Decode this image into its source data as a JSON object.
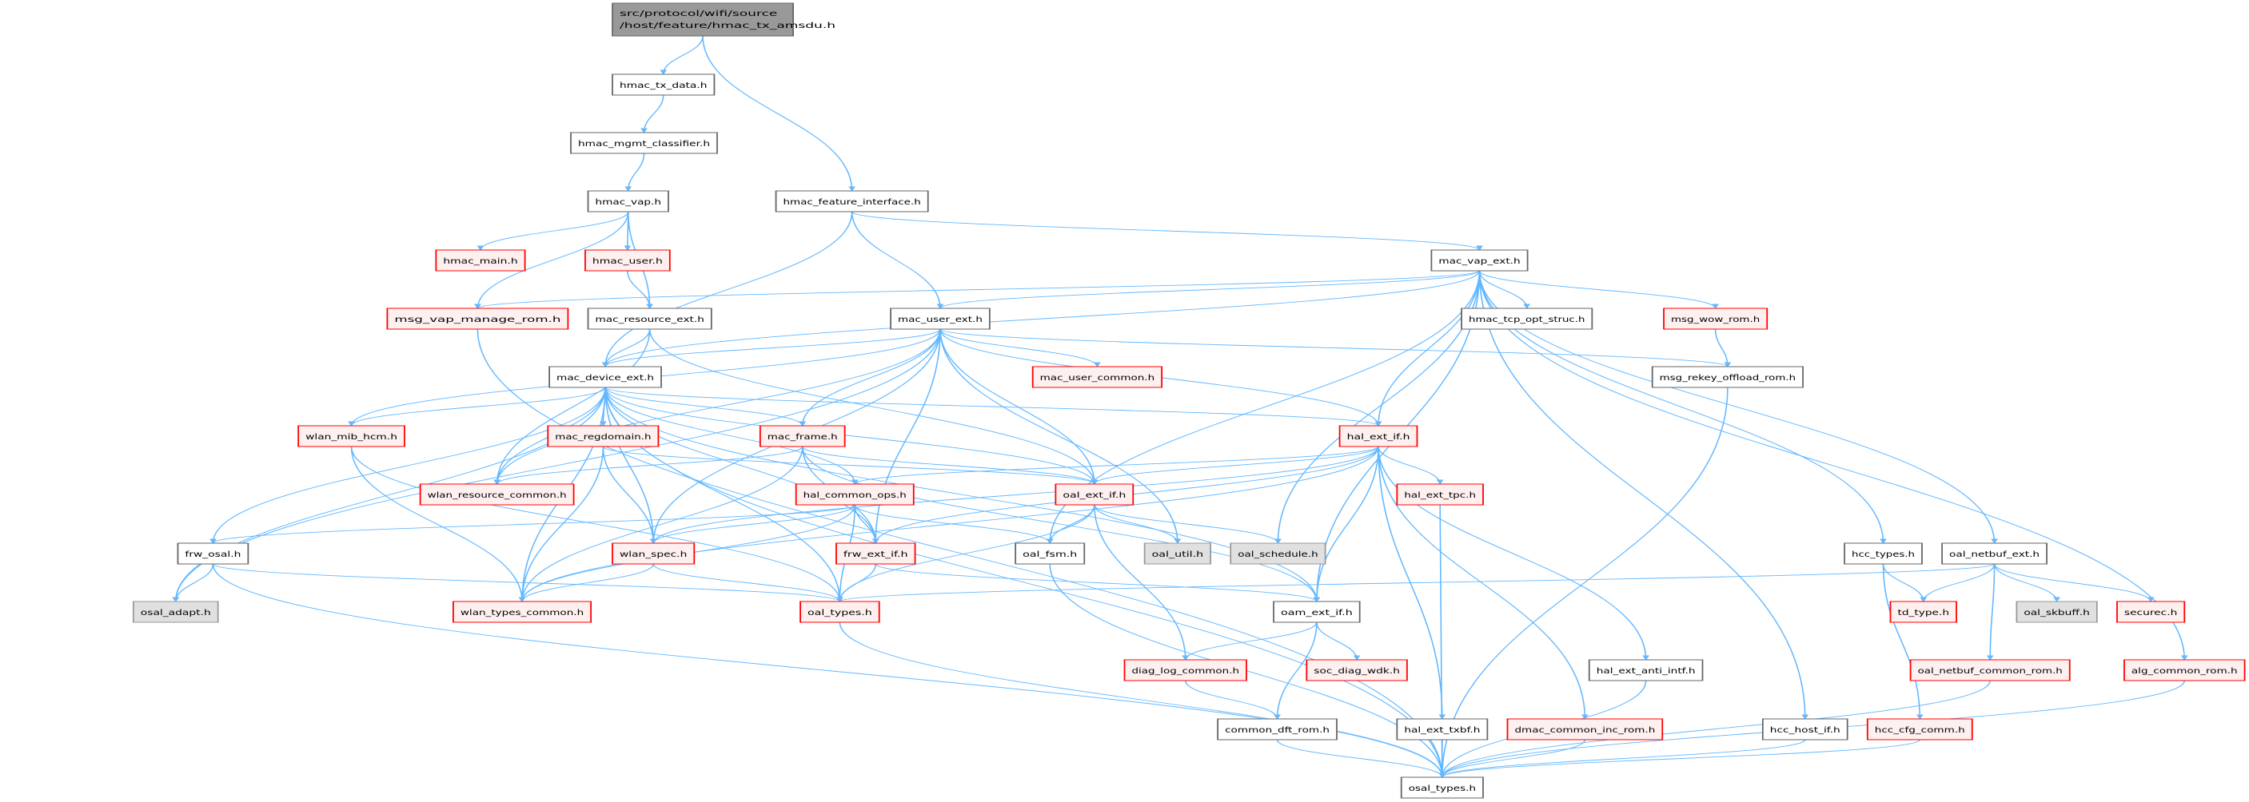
{
  "diagram": {
    "title_lines": [
      "src/protocol/wifi/source",
      "/host/feature/hmac_tx_amsdu.h"
    ],
    "colors": {
      "edge": "#63b8ff",
      "root_fill": "#999999",
      "root_stroke": "#666666",
      "normal_fill": "#ffffff",
      "normal_stroke": "#666666",
      "missing_fill": "#fff0f0",
      "missing_stroke": "#ff0000",
      "external_fill": "#e0e0e0",
      "external_stroke": "#999999"
    },
    "nodes": [
      {
        "id": "root",
        "label": "src/protocol/wifi/source /host/feature/hmac_tx_amsdu.h",
        "style": "root"
      },
      {
        "id": "hmac_tx_data",
        "label": "hmac_tx_data.h",
        "style": "normal"
      },
      {
        "id": "hmac_mgmt_classifier",
        "label": "hmac_mgmt_classifier.h",
        "style": "normal"
      },
      {
        "id": "hmac_vap",
        "label": "hmac_vap.h",
        "style": "normal"
      },
      {
        "id": "hmac_feature_interface",
        "label": "hmac_feature_interface.h",
        "style": "normal"
      },
      {
        "id": "hmac_main",
        "label": "hmac_main.h",
        "style": "missing"
      },
      {
        "id": "hmac_user",
        "label": "hmac_user.h",
        "style": "missing"
      },
      {
        "id": "mac_vap_ext",
        "label": "mac_vap_ext.h",
        "style": "normal"
      },
      {
        "id": "msg_vap_manage_rom",
        "label": "msg_vap_manage_rom.h",
        "style": "missing"
      },
      {
        "id": "mac_resource_ext",
        "label": "mac_resource_ext.h",
        "style": "normal"
      },
      {
        "id": "mac_user_ext",
        "label": "mac_user_ext.h",
        "style": "normal"
      },
      {
        "id": "hmac_tcp_opt_struc",
        "label": "hmac_tcp_opt_struc.h",
        "style": "normal"
      },
      {
        "id": "msg_wow_rom",
        "label": "msg_wow_rom.h",
        "style": "missing"
      },
      {
        "id": "mac_device_ext",
        "label": "mac_device_ext.h",
        "style": "normal"
      },
      {
        "id": "mac_user_common",
        "label": "mac_user_common.h",
        "style": "missing"
      },
      {
        "id": "msg_rekey_offload_rom",
        "label": "msg_rekey_offload_rom.h",
        "style": "normal"
      },
      {
        "id": "wlan_mib_hcm",
        "label": "wlan_mib_hcm.h",
        "style": "missing"
      },
      {
        "id": "mac_regdomain",
        "label": "mac_regdomain.h",
        "style": "missing"
      },
      {
        "id": "mac_frame",
        "label": "mac_frame.h",
        "style": "missing"
      },
      {
        "id": "hal_ext_if",
        "label": "hal_ext_if.h",
        "style": "missing"
      },
      {
        "id": "wlan_resource_common",
        "label": "wlan_resource_common.h",
        "style": "missing"
      },
      {
        "id": "hal_common_ops",
        "label": "hal_common_ops.h",
        "style": "missing"
      },
      {
        "id": "oal_ext_if",
        "label": "oal_ext_if.h",
        "style": "missing"
      },
      {
        "id": "hal_ext_tpc",
        "label": "hal_ext_tpc.h",
        "style": "missing"
      },
      {
        "id": "frw_osal",
        "label": "frw_osal.h",
        "style": "normal"
      },
      {
        "id": "wlan_spec",
        "label": "wlan_spec.h",
        "style": "missing"
      },
      {
        "id": "frw_ext_if",
        "label": "frw_ext_if.h",
        "style": "missing"
      },
      {
        "id": "oal_fsm",
        "label": "oal_fsm.h",
        "style": "normal"
      },
      {
        "id": "oal_util",
        "label": "oal_util.h",
        "style": "external"
      },
      {
        "id": "oal_schedule",
        "label": "oal_schedule.h",
        "style": "external"
      },
      {
        "id": "hcc_types",
        "label": "hcc_types.h",
        "style": "normal"
      },
      {
        "id": "oal_netbuf_ext",
        "label": "oal_netbuf_ext.h",
        "style": "normal"
      },
      {
        "id": "osal_adapt",
        "label": "osal_adapt.h",
        "style": "external"
      },
      {
        "id": "wlan_types_common",
        "label": "wlan_types_common.h",
        "style": "missing"
      },
      {
        "id": "oal_types",
        "label": "oal_types.h",
        "style": "missing"
      },
      {
        "id": "oam_ext_if",
        "label": "oam_ext_if.h",
        "style": "normal"
      },
      {
        "id": "td_type",
        "label": "td_type.h",
        "style": "missing"
      },
      {
        "id": "oal_skbuff",
        "label": "oal_skbuff.h",
        "style": "external"
      },
      {
        "id": "securec",
        "label": "securec.h",
        "style": "missing"
      },
      {
        "id": "diag_log_common",
        "label": "diag_log_common.h",
        "style": "missing"
      },
      {
        "id": "soc_diag_wdk",
        "label": "soc_diag_wdk.h",
        "style": "missing"
      },
      {
        "id": "hal_ext_anti_intf",
        "label": "hal_ext_anti_intf.h",
        "style": "normal"
      },
      {
        "id": "oal_netbuf_common_rom",
        "label": "oal_netbuf_common_rom.h",
        "style": "missing"
      },
      {
        "id": "alg_common_rom",
        "label": "alg_common_rom.h",
        "style": "missing"
      },
      {
        "id": "common_dft_rom",
        "label": "common_dft_rom.h",
        "style": "normal"
      },
      {
        "id": "hal_ext_txbf",
        "label": "hal_ext_txbf.h",
        "style": "normal"
      },
      {
        "id": "dmac_common_inc_rom",
        "label": "dmac_common_inc_rom.h",
        "style": "missing"
      },
      {
        "id": "hcc_host_if",
        "label": "hcc_host_if.h",
        "style": "normal"
      },
      {
        "id": "hcc_cfg_comm",
        "label": "hcc_cfg_comm.h",
        "style": "missing"
      },
      {
        "id": "osal_types",
        "label": "osal_types.h",
        "style": "normal"
      }
    ],
    "edges": [
      [
        "root",
        "hmac_tx_data"
      ],
      [
        "root",
        "hmac_feature_interface"
      ],
      [
        "hmac_tx_data",
        "hmac_mgmt_classifier"
      ],
      [
        "hmac_mgmt_classifier",
        "hmac_vap"
      ],
      [
        "hmac_vap",
        "hmac_main"
      ],
      [
        "hmac_vap",
        "hmac_user"
      ],
      [
        "hmac_vap",
        "msg_vap_manage_rom"
      ],
      [
        "hmac_vap",
        "mac_resource_ext"
      ],
      [
        "hmac_user",
        "mac_resource_ext"
      ],
      [
        "hmac_feature_interface",
        "mac_vap_ext"
      ],
      [
        "hmac_feature_interface",
        "mac_user_ext"
      ],
      [
        "hmac_feature_interface",
        "mac_device_ext"
      ],
      [
        "mac_vap_ext",
        "msg_vap_manage_rom"
      ],
      [
        "mac_vap_ext",
        "mac_user_ext"
      ],
      [
        "mac_vap_ext",
        "mac_device_ext"
      ],
      [
        "mac_vap_ext",
        "hmac_tcp_opt_struc"
      ],
      [
        "mac_vap_ext",
        "msg_wow_rom"
      ],
      [
        "mac_vap_ext",
        "hal_ext_if"
      ],
      [
        "mac_vap_ext",
        "oal_fsm"
      ],
      [
        "mac_vap_ext",
        "oal_schedule"
      ],
      [
        "mac_vap_ext",
        "oam_ext_if"
      ],
      [
        "mac_vap_ext",
        "hcc_types"
      ],
      [
        "mac_vap_ext",
        "oal_netbuf_ext"
      ],
      [
        "mac_vap_ext",
        "hcc_host_if"
      ],
      [
        "mac_vap_ext",
        "alg_common_rom"
      ],
      [
        "msg_vap_manage_rom",
        "osal_types"
      ],
      [
        "mac_resource_ext",
        "mac_device_ext"
      ],
      [
        "mac_resource_ext",
        "oal_ext_if"
      ],
      [
        "mac_resource_ext",
        "wlan_resource_common"
      ],
      [
        "mac_user_ext",
        "mac_device_ext"
      ],
      [
        "mac_user_ext",
        "mac_user_common"
      ],
      [
        "mac_user_ext",
        "msg_rekey_offload_rom"
      ],
      [
        "mac_user_ext",
        "hal_ext_if"
      ],
      [
        "mac_user_ext",
        "mac_frame"
      ],
      [
        "mac_user_ext",
        "wlan_mib_hcm"
      ],
      [
        "mac_user_ext",
        "wlan_resource_common"
      ],
      [
        "mac_user_ext",
        "oal_ext_if"
      ],
      [
        "mac_user_ext",
        "frw_ext_if"
      ],
      [
        "mac_user_ext",
        "wlan_spec"
      ],
      [
        "mac_user_ext",
        "oal_util"
      ],
      [
        "mac_user_ext",
        "osal_adapt"
      ],
      [
        "msg_wow_rom",
        "msg_rekey_offload_rom"
      ],
      [
        "msg_rekey_offload_rom",
        "osal_types"
      ],
      [
        "mac_device_ext",
        "wlan_mib_hcm"
      ],
      [
        "mac_device_ext",
        "mac_regdomain"
      ],
      [
        "mac_device_ext",
        "mac_frame"
      ],
      [
        "mac_device_ext",
        "hal_ext_if"
      ],
      [
        "mac_device_ext",
        "wlan_resource_common"
      ],
      [
        "mac_device_ext",
        "oal_ext_if"
      ],
      [
        "mac_device_ext",
        "frw_osal"
      ],
      [
        "mac_device_ext",
        "wlan_spec"
      ],
      [
        "mac_device_ext",
        "wlan_types_common"
      ],
      [
        "mac_device_ext",
        "osal_adapt"
      ],
      [
        "mac_device_ext",
        "osal_types"
      ],
      [
        "mac_device_ext",
        "hal_common_ops"
      ],
      [
        "mac_device_ext",
        "frw_ext_if"
      ],
      [
        "mac_device_ext",
        "oam_ext_if"
      ],
      [
        "mac_device_ext",
        "oal_types"
      ],
      [
        "wlan_mib_hcm",
        "wlan_types_common"
      ],
      [
        "wlan_mib_hcm",
        "oal_types"
      ],
      [
        "mac_regdomain",
        "wlan_spec"
      ],
      [
        "mac_regdomain",
        "wlan_types_common"
      ],
      [
        "mac_regdomain",
        "oal_ext_if"
      ],
      [
        "mac_frame",
        "wlan_resource_common"
      ],
      [
        "mac_frame",
        "wlan_types_common"
      ],
      [
        "mac_frame",
        "oal_ext_if"
      ],
      [
        "mac_frame",
        "frw_ext_if"
      ],
      [
        "mac_frame",
        "oam_ext_if"
      ],
      [
        "hal_ext_if",
        "hal_common_ops"
      ],
      [
        "hal_ext_if",
        "oal_ext_if"
      ],
      [
        "hal_ext_if",
        "hal_ext_tpc"
      ],
      [
        "hal_ext_if",
        "frw_ext_if"
      ],
      [
        "hal_ext_if",
        "oam_ext_if"
      ],
      [
        "hal_ext_if",
        "wlan_types_common"
      ],
      [
        "hal_ext_if",
        "hal_ext_anti_intf"
      ],
      [
        "hal_ext_if",
        "hal_ext_txbf"
      ],
      [
        "hal_ext_if",
        "dmac_common_inc_rom"
      ],
      [
        "hal_ext_if",
        "wlan_spec"
      ],
      [
        "hal_common_ops",
        "frw_osal"
      ],
      [
        "hal_common_ops",
        "wlan_spec"
      ],
      [
        "hal_common_ops",
        "frw_ext_if"
      ],
      [
        "hal_common_ops",
        "oal_fsm"
      ],
      [
        "hal_common_ops",
        "oal_types"
      ],
      [
        "hal_common_ops",
        "wlan_types_common"
      ],
      [
        "oal_ext_if",
        "oal_fsm"
      ],
      [
        "oal_ext_if",
        "oal_util"
      ],
      [
        "oal_ext_if",
        "oal_schedule"
      ],
      [
        "oal_ext_if",
        "oal_types"
      ],
      [
        "oal_ext_if",
        "diag_log_common"
      ],
      [
        "hal_ext_tpc",
        "osal_types"
      ],
      [
        "frw_osal",
        "osal_adapt"
      ],
      [
        "frw_osal",
        "oal_types"
      ],
      [
        "frw_osal",
        "osal_types"
      ],
      [
        "wlan_spec",
        "wlan_types_common"
      ],
      [
        "wlan_spec",
        "oal_types"
      ],
      [
        "frw_ext_if",
        "oal_types"
      ],
      [
        "frw_ext_if",
        "oam_ext_if"
      ],
      [
        "oal_fsm",
        "osal_types"
      ],
      [
        "hcc_types",
        "td_type"
      ],
      [
        "hcc_types",
        "hcc_cfg_comm"
      ],
      [
        "oal_netbuf_ext",
        "oal_types"
      ],
      [
        "oal_netbuf_ext",
        "td_type"
      ],
      [
        "oal_netbuf_ext",
        "oal_skbuff"
      ],
      [
        "oal_netbuf_ext",
        "securec"
      ],
      [
        "oal_netbuf_ext",
        "oal_netbuf_common_rom"
      ],
      [
        "oal_types",
        "osal_types"
      ],
      [
        "oam_ext_if",
        "diag_log_common"
      ],
      [
        "oam_ext_if",
        "soc_diag_wdk"
      ],
      [
        "oam_ext_if",
        "common_dft_rom"
      ],
      [
        "diag_log_common",
        "common_dft_rom"
      ],
      [
        "common_dft_rom",
        "osal_types"
      ],
      [
        "hal_ext_anti_intf",
        "osal_types"
      ],
      [
        "hal_ext_txbf",
        "osal_types"
      ],
      [
        "dmac_common_inc_rom",
        "osal_types"
      ],
      [
        "hcc_host_if",
        "osal_types"
      ],
      [
        "hcc_cfg_comm",
        "osal_types"
      ],
      [
        "oal_netbuf_common_rom",
        "osal_types"
      ],
      [
        "alg_common_rom",
        "osal_types"
      ]
    ]
  }
}
